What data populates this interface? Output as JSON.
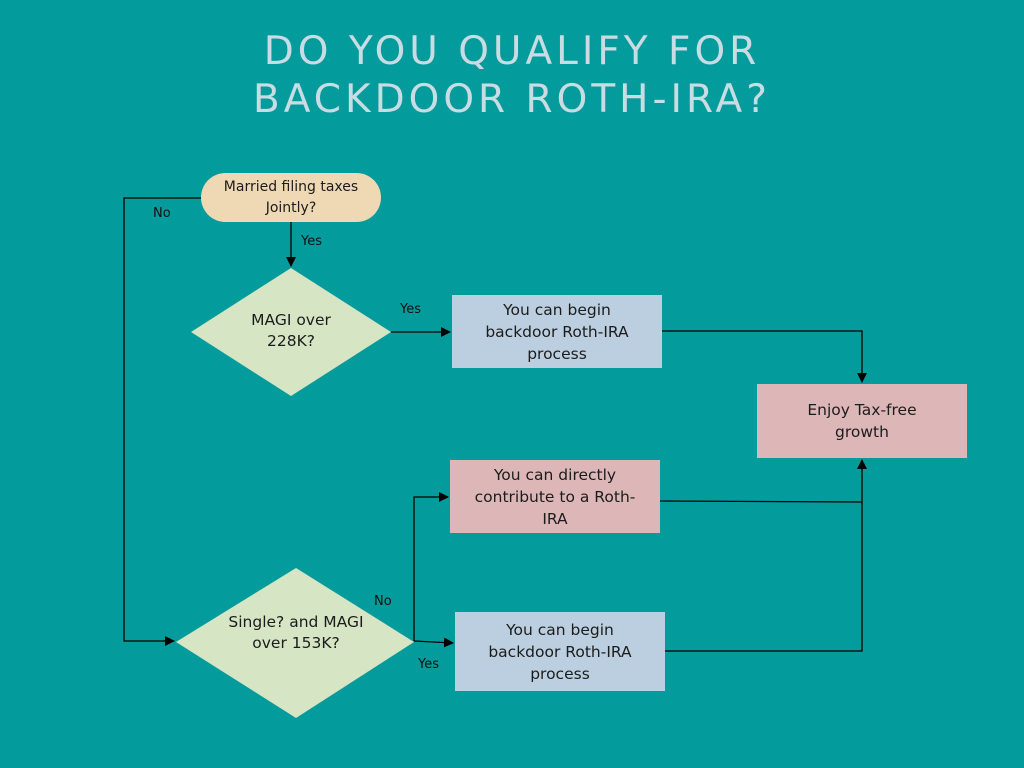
{
  "title": {
    "line1": "DO YOU QUALIFY FOR",
    "line2": "BACKDOOR ROTH-IRA?"
  },
  "nodes": {
    "start": "Married filing taxes Jointly?",
    "magi_joint": "MAGI over 228K?",
    "single": "Single? and MAGI over 153K?",
    "backdoor_top": "You can begin backdoor Roth-IRA process",
    "direct": "You can directly contribute to a Roth-IRA",
    "backdoor_bottom": "You can begin backdoor Roth-IRA process",
    "enjoy": "Enjoy Tax-free growth"
  },
  "edges": {
    "start_yes": "Yes",
    "start_no": "No",
    "joint_yes": "Yes",
    "single_no": "No",
    "single_yes": "Yes"
  },
  "colors": {
    "background": "#049b9c",
    "title": "#c9dce3",
    "decision": "#d6e5c3",
    "start": "#efd9b5",
    "blue_box": "#bccfe0",
    "pink_box": "#ddb7b8"
  }
}
